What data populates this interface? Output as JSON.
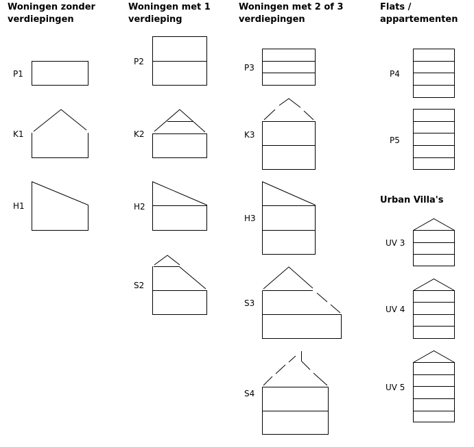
{
  "columns": [
    {
      "line1": "Woningen zonder",
      "line2": "verdiepingen"
    },
    {
      "line1": "Woningen met 1",
      "line2": "verdieping"
    },
    {
      "line1": "Woningen met 2 of 3",
      "line2": "verdiepingen"
    },
    {
      "line1": "Flats /",
      "line2": "appartementen"
    }
  ],
  "urban_villas_heading": "Urban Villa's",
  "labels": {
    "P1": "P1",
    "K1": "K1",
    "H1": "H1",
    "P2": "P2",
    "K2": "K2",
    "H2": "H2",
    "S2": "S2",
    "P3": "P3",
    "K3": "K3",
    "H3": "H3",
    "S3": "S3",
    "S4": "S4",
    "P4": "P4",
    "P5": "P5",
    "UV3": "UV 3",
    "UV4": "UV 4",
    "UV5": "UV 5"
  }
}
